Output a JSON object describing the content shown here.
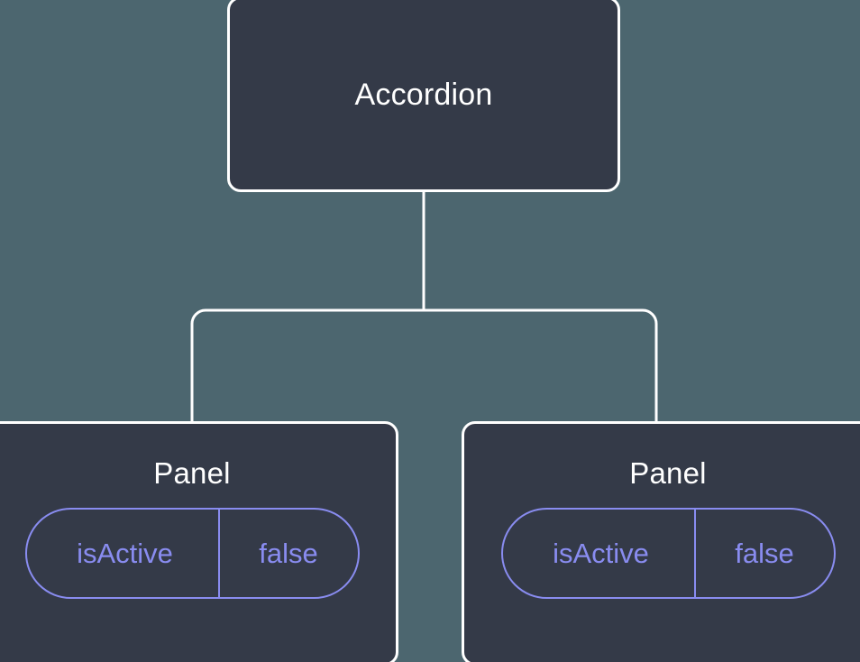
{
  "diagram": {
    "type": "component-tree",
    "background_color": "#4c666f",
    "node_fill_color": "#343a48",
    "node_border_color": "#ffffff",
    "node_text_color": "#ffffff",
    "prop_accent_color": "#898cf0",
    "edge_color": "#ffffff",
    "root": {
      "label": "Accordion"
    },
    "children": [
      {
        "label": "Panel",
        "props": [
          {
            "key": "isActive",
            "value": "false"
          }
        ]
      },
      {
        "label": "Panel",
        "props": [
          {
            "key": "isActive",
            "value": "false"
          }
        ]
      }
    ]
  }
}
